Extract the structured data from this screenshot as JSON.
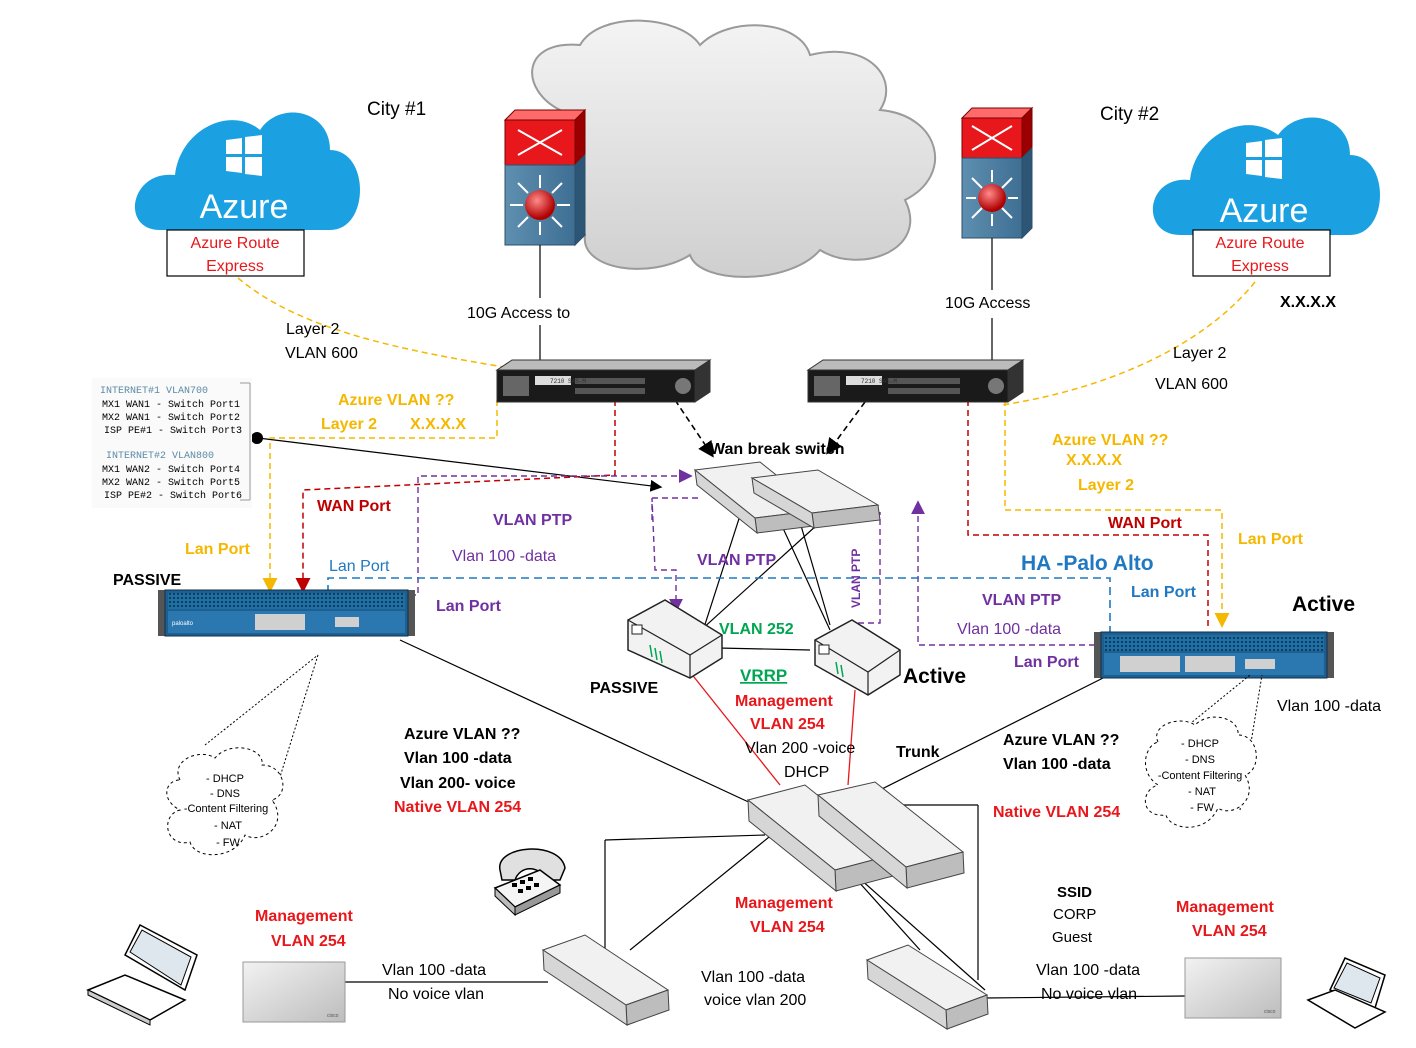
{
  "colors": {
    "red": "#e8171b",
    "dark_red": "#c00000",
    "orange": "#f5b800",
    "purple": "#7030a0",
    "blue": "#1f78c1",
    "green": "#00a651",
    "azure": "#1ba1e2",
    "gray_switch": "#e6e6e6"
  },
  "city1": {
    "title": "City #1",
    "azure_logo": "Azure",
    "route_box": [
      "Azure Route",
      "Express"
    ],
    "layer2": [
      "Layer 2",
      "VLAN 600"
    ],
    "access": "10G Access to",
    "azure_vlan": "Azure VLAN ??",
    "layer2_x": [
      "Layer 2",
      "X.X.X.X"
    ],
    "wan_port": "WAN Port",
    "lan_port_orange": "Lan Port",
    "lan_port_blue": "Lan Port",
    "lan_port_purple": "Lan Port",
    "passive_fw": "PASSIVE",
    "vlan_ptp": "VLAN PTP",
    "vlan100": "Vlan 100 -data",
    "services": [
      "- DHCP",
      "- DNS",
      "-Content Filtering",
      "- NAT",
      "- FW"
    ],
    "trunk_list": [
      "Azure VLAN ??",
      "Vlan 100 -data",
      "Vlan 200- voice",
      "Native VLAN 254"
    ],
    "mgmt": [
      "Management",
      "VLAN 254"
    ],
    "ap_vlan": [
      "Vlan 100 -data",
      "No voice vlan"
    ]
  },
  "isp_table": {
    "header1": "INTERNET#1  VLAN700",
    "rows1": [
      "MX1 WAN1 - Switch Port1",
      "MX2 WAN1 - Switch Port2",
      "ISP PE#1 - Switch Port3"
    ],
    "header2": "INTERNET#2   VLAN800",
    "rows2": [
      "MX1 WAN2 - Switch Port4",
      "MX2 WAN2 - Switch Port5",
      "ISP PE#2 - Switch Port6"
    ]
  },
  "city2": {
    "title": "City #2",
    "azure_logo": "Azure",
    "route_box": [
      "Azure Route",
      "Express"
    ],
    "xxxx": "X.X.X.X",
    "layer2": [
      "Layer 2",
      "VLAN 600"
    ],
    "access": "10G Access",
    "azure_vlan": [
      "Azure VLAN ??",
      "X.X.X.X",
      "Layer 2"
    ],
    "wan_port": "WAN Port",
    "lan_port_orange": "Lan Port",
    "lan_port_blue": "Lan Port",
    "lan_port_purple": "Lan Port",
    "ha": "HA -Palo Alto",
    "active_fw": "Active",
    "vlan_ptp": "VLAN PTP",
    "vlan100": "Vlan 100 -data",
    "vlan100_right": "Vlan 100 -data",
    "services": [
      "- DHCP",
      "- DNS",
      "-Content Filtering",
      "- NAT",
      "- FW"
    ],
    "trunk_list": [
      "Azure VLAN ??",
      "Vlan 100 -data"
    ],
    "native": "Native VLAN 254",
    "ssid": [
      "SSID",
      "CORP",
      "Guest"
    ],
    "mgmt": [
      "Management",
      "VLAN 254"
    ],
    "ap_vlan": [
      "Vlan 100 -data",
      "No voice vlan"
    ]
  },
  "center": {
    "wan_break": "Wan break switch",
    "vlan_ptp": "VLAN PTP",
    "vlan_ptp_vertical": "VLAN PTP",
    "vlan252": "VLAN 252",
    "vrrp": "VRRP",
    "passive_rtr": "PASSIVE",
    "active_rtr": "Active",
    "mgmt": [
      "Management",
      "VLAN 254"
    ],
    "voice": [
      "Vlan 200 -voice",
      "DHCP"
    ],
    "trunk": "Trunk",
    "mgmt2": [
      "Management",
      "VLAN 254"
    ],
    "access_sw": [
      "Vlan 100 -data",
      "voice vlan 200"
    ]
  },
  "device_labels": {
    "router_face": "7210 SAS-M",
    "cisco": "cisco"
  }
}
